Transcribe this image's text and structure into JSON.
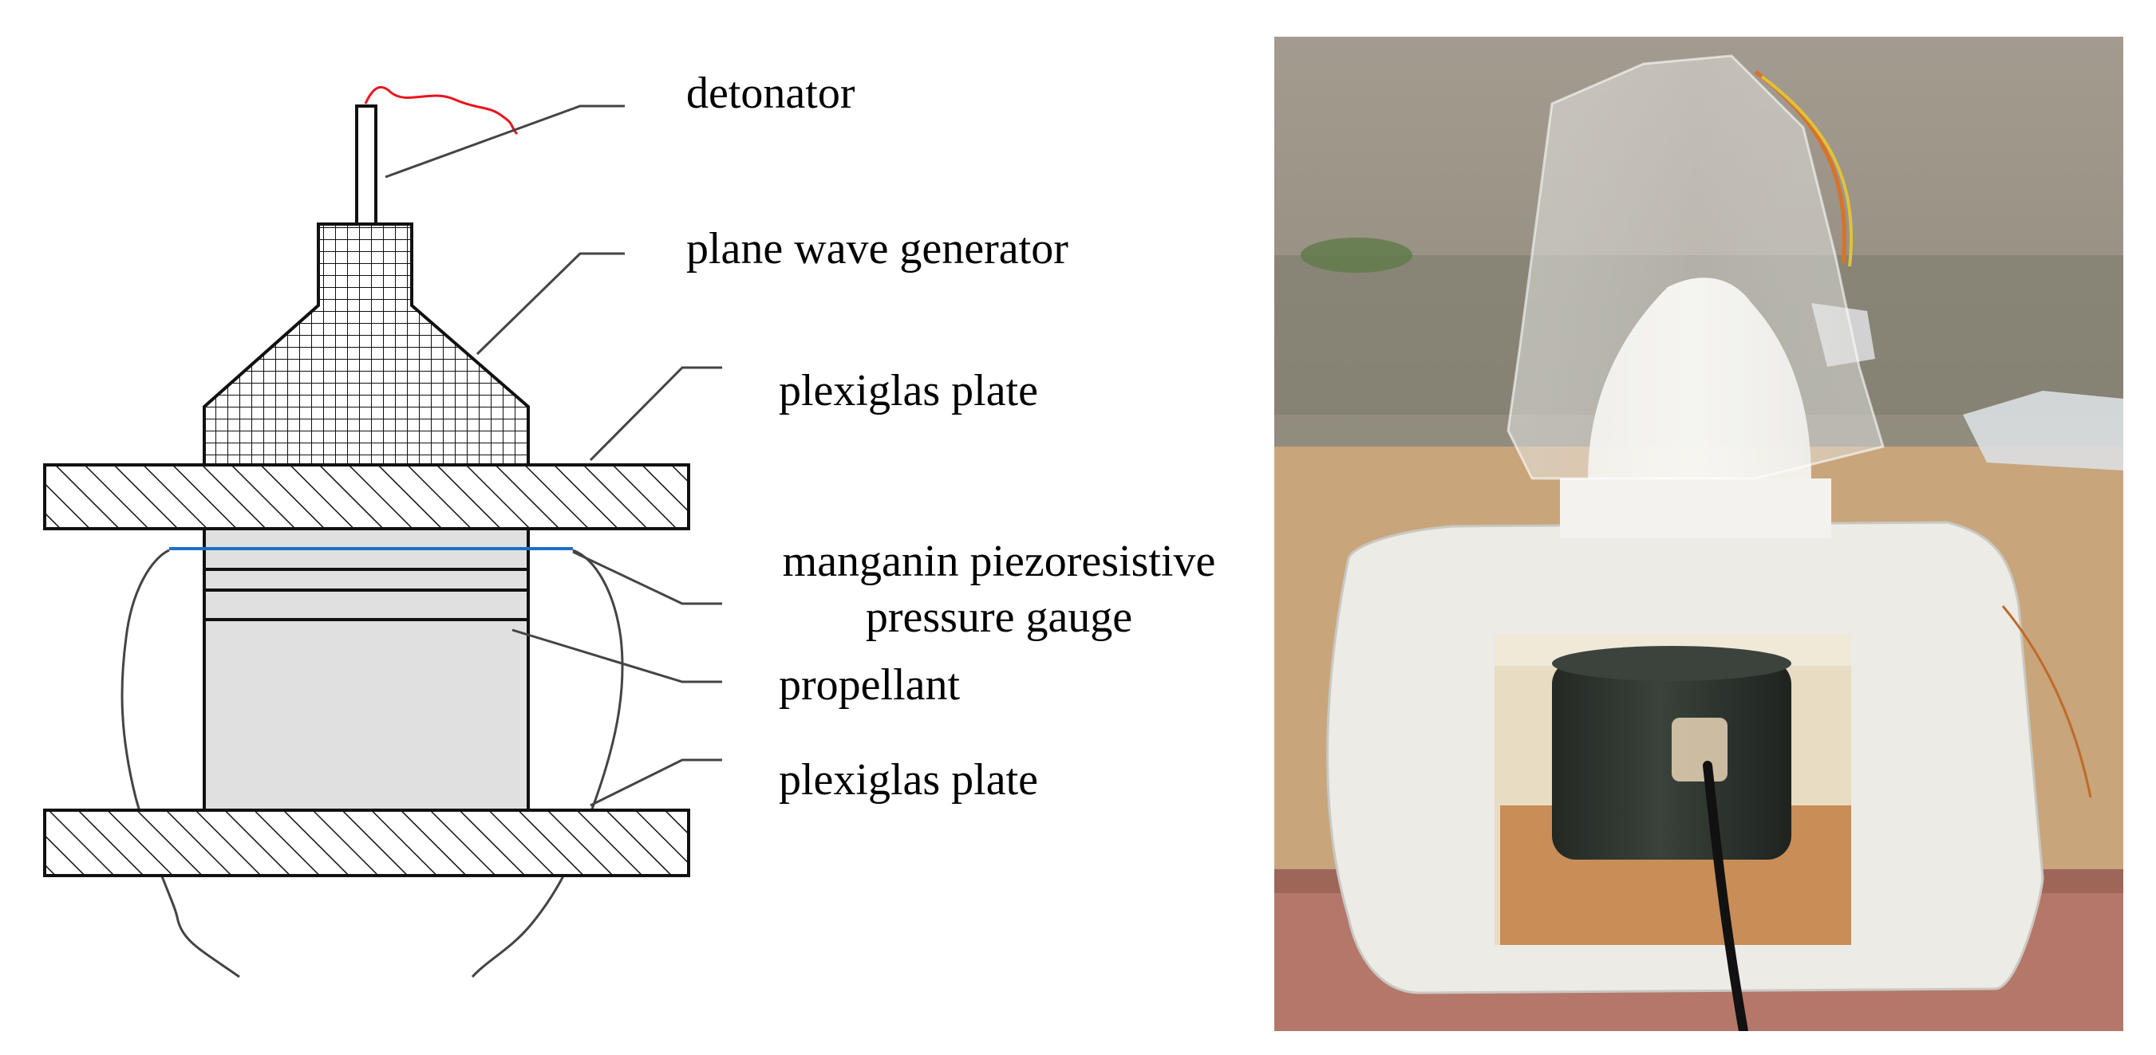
{
  "schematic": {
    "labels": {
      "detonator": "detonator",
      "plane_wave_generator": "plane wave generator",
      "plexiglas_plate_top": "plexiglas plate",
      "gauge_line1": "manganin piezoresistive",
      "gauge_line2": "pressure gauge",
      "propellant": "propellant",
      "plexiglas_plate_bottom": "plexiglas plate"
    },
    "colors": {
      "detonator_wire": "#e8141c",
      "gauge_line": "#1f6fc5",
      "propellant_fill": "#e0e0e0",
      "outline": "#111111"
    }
  },
  "photo": {
    "colors": {
      "sky_top": "#a9a195",
      "ground": "#c8a57b",
      "brick": "#b5776a",
      "cloth": "#ecebe6",
      "cylinder": "#2f3630",
      "wood": "#c98d57",
      "wire": "#111111"
    }
  }
}
